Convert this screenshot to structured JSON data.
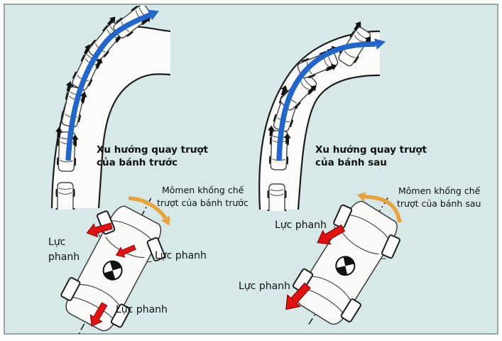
{
  "colors": {
    "background": "#d6e9e8",
    "road_fill": "#fbfbfa",
    "outline": "#1c1c1c",
    "path_arrow_blue": "#2166cc",
    "brake_force_red": "#e01212",
    "moment_arrow_orange": "#e8a43c",
    "text": "#111111",
    "frame_border": "#95a7aa"
  },
  "panels": {
    "top_left": {
      "caption_line1": "Xu hướng quay trượt",
      "caption_line2": "của bánh trước"
    },
    "top_right": {
      "caption_line1": "Xu hướng quay trượt",
      "caption_line2": "của bánh sau"
    },
    "bottom_left": {
      "moment_line1": "Mômen khống chế",
      "moment_line2": "trượt của bánh trước",
      "brake_left_line1": "Lực",
      "brake_left_line2": "phanh",
      "brake_right": "Lực phanh",
      "brake_bottom": "Lực phanh"
    },
    "bottom_right": {
      "moment_line1": "Mômen khống chế",
      "moment_line2": "trượt của bánh sau",
      "brake_top": "Lực phanh",
      "brake_left": "Lực phanh"
    }
  }
}
